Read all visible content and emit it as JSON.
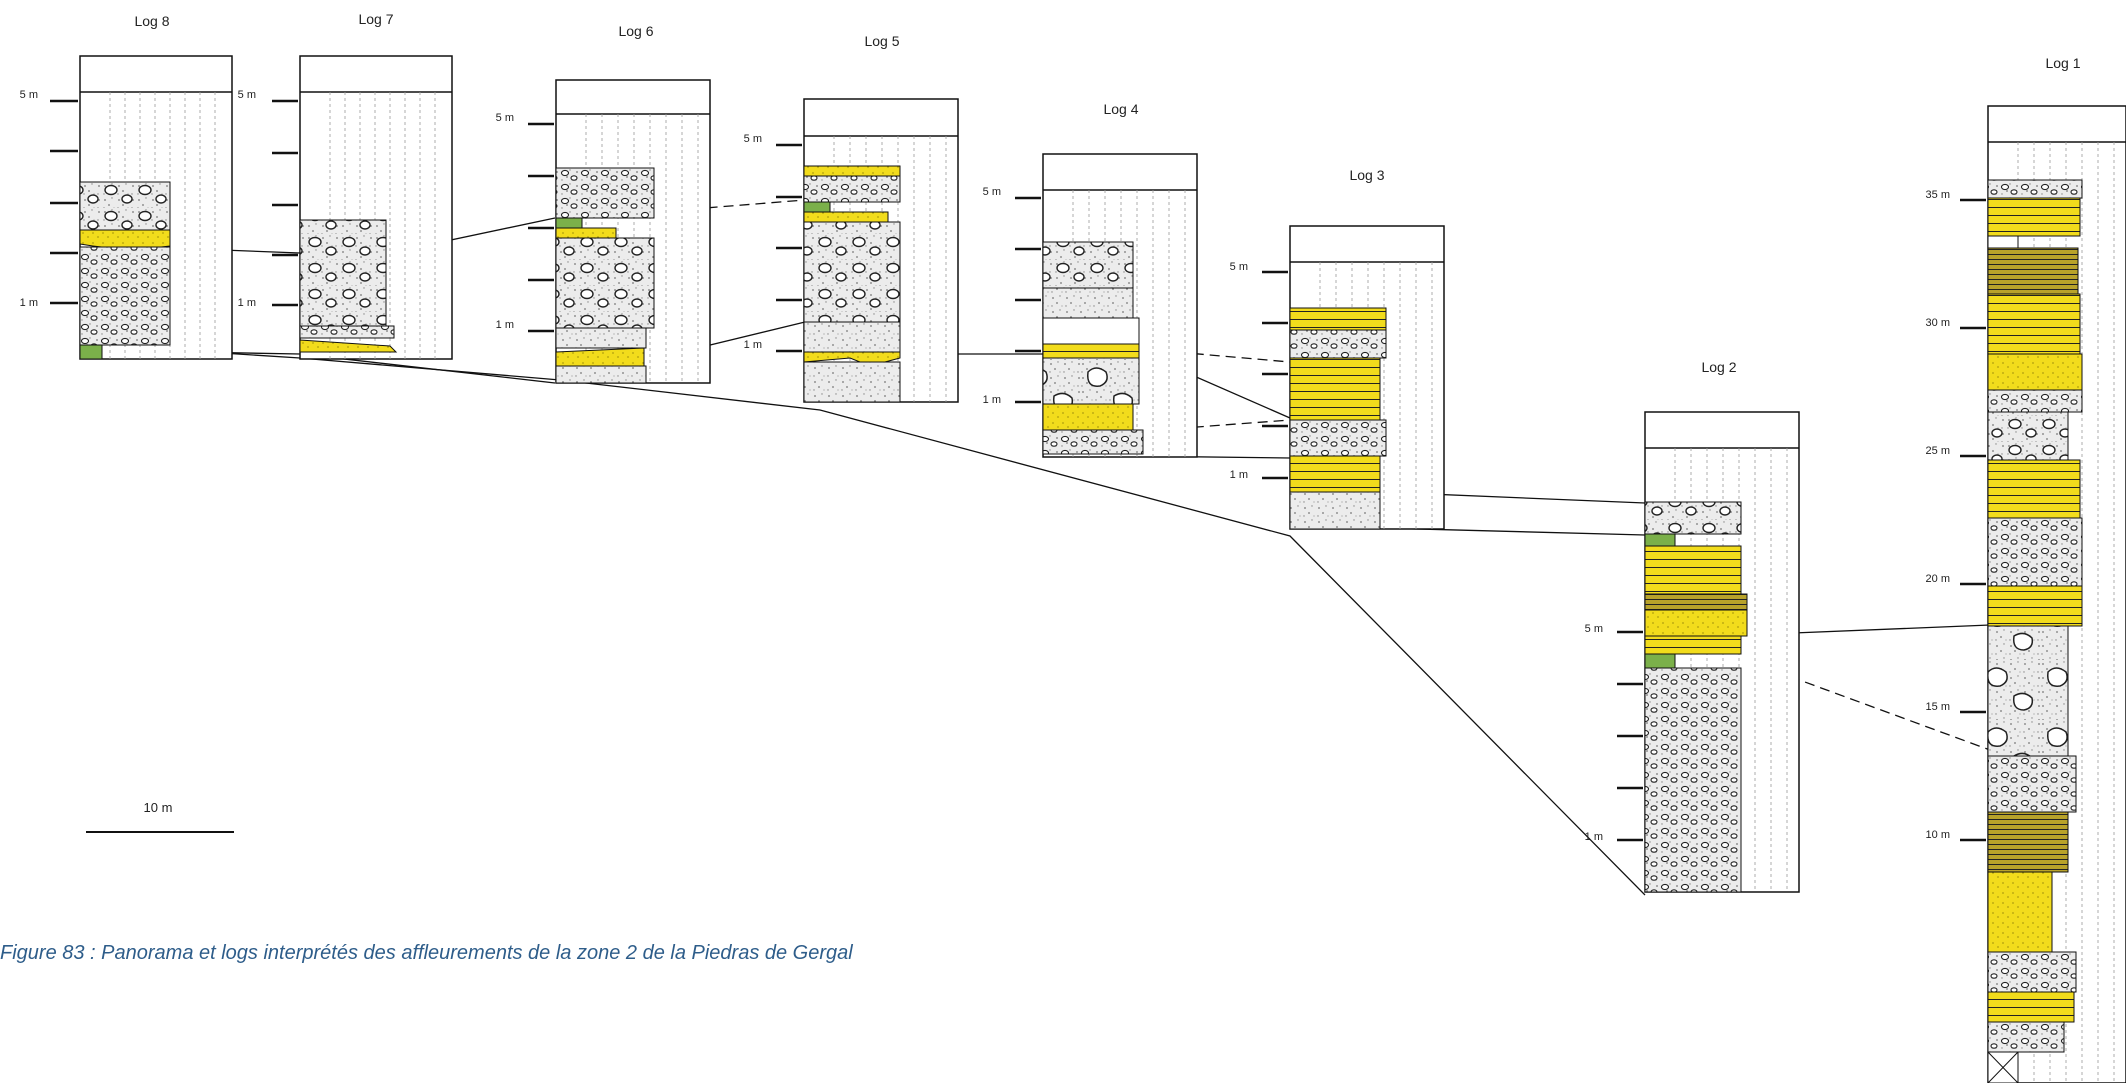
{
  "caption": "Figure 83 : Panorama et logs interprétés des affleurements de la zone 2 de la Piedras de Gergal",
  "scale_bar_label": "10 m",
  "colors": {
    "sand_yellow": "#f2dc1c",
    "clay_green": "#7bb04a",
    "gravel_grey": "#e6e6e6",
    "line": "#111111",
    "caption_blue": "#2e5d8a"
  },
  "logs": [
    {
      "id": "log8",
      "title": "Log 8",
      "ticks": [
        "5 m",
        "1 m"
      ]
    },
    {
      "id": "log7",
      "title": "Log 7",
      "ticks": [
        "5 m",
        "1 m"
      ]
    },
    {
      "id": "log6",
      "title": "Log 6",
      "ticks": [
        "5 m",
        "1 m"
      ]
    },
    {
      "id": "log5",
      "title": "Log 5",
      "ticks": [
        "5 m",
        "1 m"
      ]
    },
    {
      "id": "log4",
      "title": "Log 4",
      "ticks": [
        "5 m",
        "1 m"
      ]
    },
    {
      "id": "log3",
      "title": "Log 3",
      "ticks": [
        "5 m",
        "1 m"
      ]
    },
    {
      "id": "log2",
      "title": "Log 2",
      "ticks": [
        "5 m",
        "1 m"
      ]
    },
    {
      "id": "log1",
      "title": "Log 1",
      "ticks": [
        "35 m",
        "30 m",
        "25 m",
        "20 m",
        "15 m",
        "10 m"
      ]
    }
  ]
}
